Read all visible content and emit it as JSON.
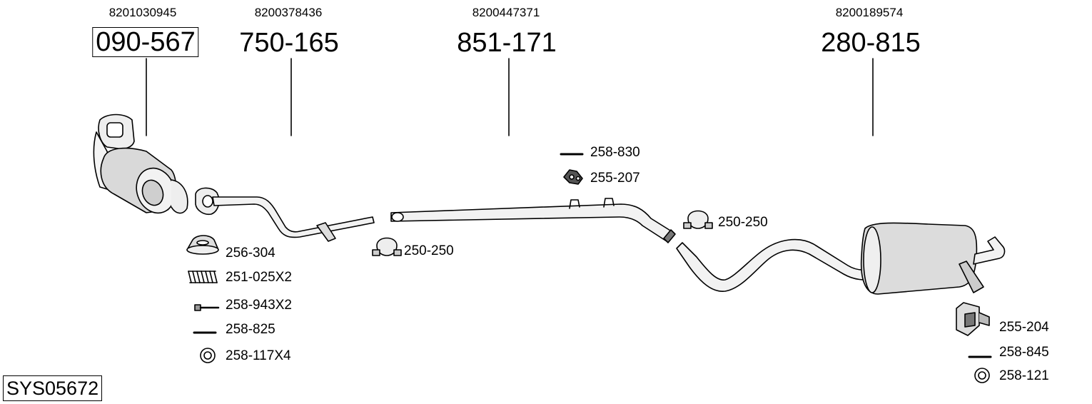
{
  "system_code": "SYS05672",
  "main_parts": [
    {
      "oem": "8201030945",
      "part": "090-567",
      "icon": "catalytic-converter-icon"
    },
    {
      "oem": "8200378436",
      "part": "750-165",
      "icon": "front-pipe-icon"
    },
    {
      "oem": "8200447371",
      "part": "851-171",
      "icon": "intermediate-pipe-icon"
    },
    {
      "oem": "8200189574",
      "part": "280-815",
      "icon": "rear-silencer-icon"
    }
  ],
  "accessories": {
    "left": [
      {
        "label": "256-304",
        "icon": "gasket-ring-icon"
      },
      {
        "label": "251-025X2",
        "icon": "spring-icon"
      },
      {
        "label": "258-943X2",
        "icon": "bolt-icon"
      },
      {
        "label": "258-825",
        "icon": "stud-icon"
      },
      {
        "label": "258-117X4",
        "icon": "washer-icon"
      }
    ],
    "clamp_front": {
      "label": "250-250",
      "icon": "clamp-icon"
    },
    "mid": [
      {
        "label": "258-830",
        "icon": "stud-icon"
      },
      {
        "label": "255-207",
        "icon": "rubber-mount-icon"
      }
    ],
    "clamp_rear": {
      "label": "250-250",
      "icon": "clamp-icon"
    },
    "right": [
      {
        "label": "255-204",
        "icon": "bracket-mount-icon"
      },
      {
        "label": "258-845",
        "icon": "stud-icon"
      },
      {
        "label": "258-121",
        "icon": "washer-icon"
      }
    ]
  }
}
